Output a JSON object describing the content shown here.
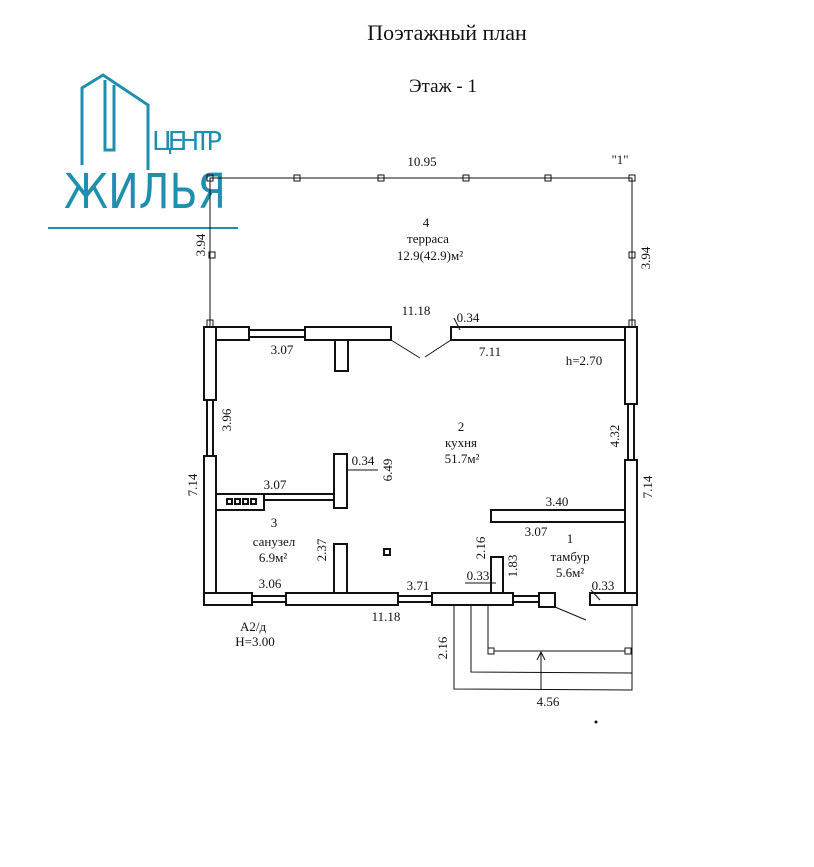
{
  "header": {
    "title": "Поэтажный план",
    "floor": "Этаж - 1"
  },
  "logo": {
    "line1": "ЦЕНТР",
    "line2": "ЖИЛЬЯ",
    "color": "#1f8fae"
  },
  "terrace": {
    "width": "10.95",
    "mark": "\"1\"",
    "left_height": "3.94",
    "right_height": "3.94",
    "number": "4",
    "name": "терраса",
    "area": "12.9(42.9)м²"
  },
  "dimensions": {
    "top_outer": "11.18",
    "door_leader": "0.34",
    "top_left_inner": "3.07",
    "top_right_inner": "7.11",
    "ceiling": "h=2.70",
    "left_upper": "3.96",
    "left_outer": "7.14",
    "right_mid": "4.32",
    "right_outer": "7.14",
    "partition_thickness": "0.34",
    "partition_height": "6.49",
    "bath_partition": "3.07",
    "tambur_top": "3.40",
    "tambur_bottom": "3.07",
    "bath_stub": "2.37",
    "stub_216": "2.16",
    "stub_183": "1.83",
    "stub_033": "0.33",
    "door_033": "0.33",
    "bottom_left": "3.06",
    "bottom_mid": "3.71",
    "bottom_outer": "11.18",
    "porch_depth": "2.16",
    "porch_width": "4.56"
  },
  "rooms": [
    {
      "number": "2",
      "name": "кухня",
      "area": "51.7м²"
    },
    {
      "number": "3",
      "name": "санузел",
      "area": "6.9м²"
    },
    {
      "number": "1",
      "name": "тамбур",
      "area": "5.6м²"
    }
  ],
  "stamp": {
    "code": "А2/д",
    "height": "H=3.00"
  }
}
